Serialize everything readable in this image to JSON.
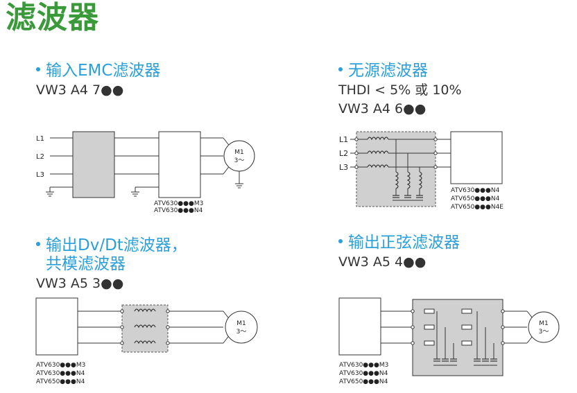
{
  "page_title": "滤波器",
  "colors": {
    "title": "#3a9a3a",
    "section": "#2a9fd8",
    "filter_fill": "#d0d0d0"
  },
  "sections": [
    {
      "heading": "输入EMC滤波器",
      "code": "VW3 A4 7●●",
      "lines": [
        "L1",
        "L2",
        "L3"
      ],
      "motor": [
        "M1",
        "3～"
      ],
      "models": [
        "ATV630●●●M3",
        "ATV630●●●N4"
      ]
    },
    {
      "heading": "无源滤波器",
      "subheading": "THDI < 5% 或 10%",
      "code": "VW3 A4 6●●",
      "lines": [
        "L1",
        "L2",
        "L3"
      ],
      "models": [
        "ATV630●●●N4",
        "ATV650●●●N4",
        "ATV650●●●N4E"
      ]
    },
    {
      "heading_line1": "输出Dv/Dt滤波器，",
      "heading_line2": "共模滤波器",
      "code": "VW3 A5 3●●",
      "motor": [
        "M1",
        "3～"
      ],
      "models": [
        "ATV630●●●M3",
        "ATV630●●●N4",
        "ATV650●●●N4"
      ]
    },
    {
      "heading": "输出正弦滤波器",
      "code": "VW3 A5 4●●",
      "motor": [
        "M1",
        "3～"
      ],
      "models": [
        "ATV630●●●M3",
        "ATV630●●●N4",
        "ATV650●●●N4"
      ]
    }
  ]
}
